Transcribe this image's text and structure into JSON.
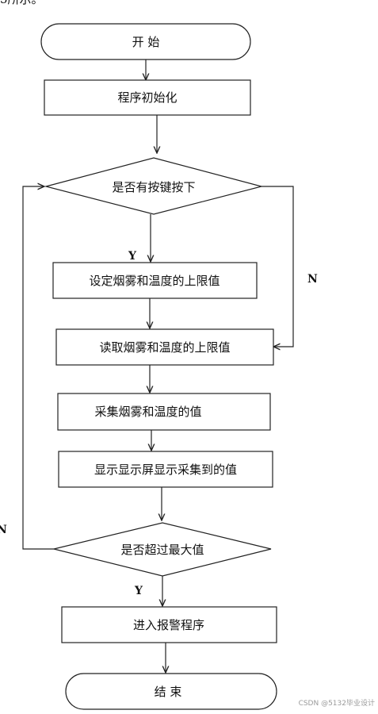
{
  "header_fragment": "5所示。",
  "nodes": {
    "start": "开 始",
    "init": "程序初始化",
    "key_decision": "是否有按键按下",
    "set_limit": "设定烟雾和温度的上限值",
    "read_limit": "读取烟雾和温度的上限值",
    "collect": "采集烟雾和温度的值",
    "display": "显示显示屏显示采集到的值",
    "max_decision": "是否超过最大值",
    "alarm": "进入报警程序",
    "end": "结 束"
  },
  "branch_labels": {
    "key_yes": "Y",
    "key_no": "N",
    "max_yes": "Y",
    "max_no": "N"
  },
  "watermark": "CSDN @5132毕业设计"
}
